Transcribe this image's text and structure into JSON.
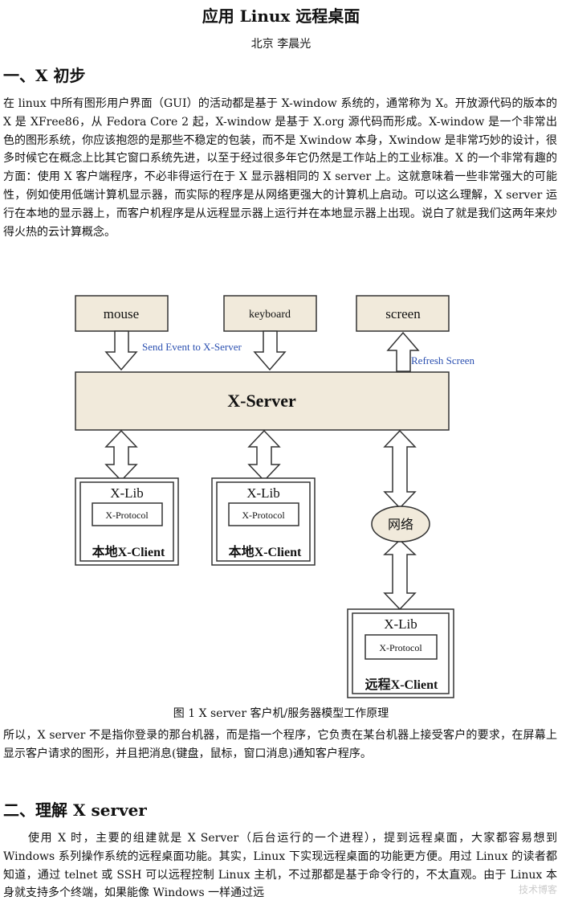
{
  "doc": {
    "title": "应用 Linux 远程桌面",
    "author": "北京  李晨光"
  },
  "sections": [
    {
      "heading": "一、X 初步",
      "paragraph": "在 linux 中所有图形用户界面（GUI）的活动都是基于 X-window 系统的，通常称为 X。开放源代码的版本的 X 是 XFree86，从 Fedora Core 2 起，X-window 是基于 X.org 源代码而形成。X-window 是一个非常出色的图形系统，你应该抱怨的是那些不稳定的包装，而不是 Xwindow 本身，Xwindow 是非常巧妙的设计，很多时候它在概念上比其它窗口系统先进，以至于经过很多年它仍然是工作站上的工业标准。X 的一个非常有趣的方面：使用 X 客户端程序，不必非得运行在于 X 显示器相同的 X server 上。这就意味着一些非常强大的可能性，例如使用低端计算机显示器，而实际的程序是从网络更强大的计算机上启动。可以这么理解，X server 运行在本地的显示器上，而客户机程序是从远程显示器上运行并在本地显示器上出现。说白了就是我们这两年来炒得火热的云计算概念。"
    },
    {
      "heading": "二、理解 X server",
      "paragraph": "　　使用 X 时，主要的组建就是 X Server（后台运行的一个进程），提到远程桌面，大家都容易想到 Windows 系列操作系统的远程桌面功能。其实，Linux 下实现远程桌面的功能更方便。用过 Linux 的读者都知道，通过 telnet 或 SSH 可以远程控制 Linux 主机，不过那都是基于命令行的，不太直观。由于 Linux 本身就支持多个终端，如果能像 Windows 一样通过远"
    }
  ],
  "after_figure": "所以，X server 不是指你登录的那台机器，而是指一个程序，它负责在某台机器上接受客户的要求，在屏幕上显示客户请求的图形，并且把消息(键盘，鼠标，窗口消息)通知客户程序。",
  "figure": {
    "mouse": "mouse",
    "keyboard": "keyboard",
    "screen": "screen",
    "send_event": "Send Event to X-Server",
    "refresh": "Refresh Screen",
    "server": "X-Server",
    "xlib": "X-Lib",
    "xprotocol": "X-Protocol",
    "local_client": "本地X-Client",
    "network": "网络",
    "remote_client": "远程X-Client",
    "caption": "图 1 X server 客户机/服务器模型工作原理"
  },
  "watermark": "技术博客"
}
